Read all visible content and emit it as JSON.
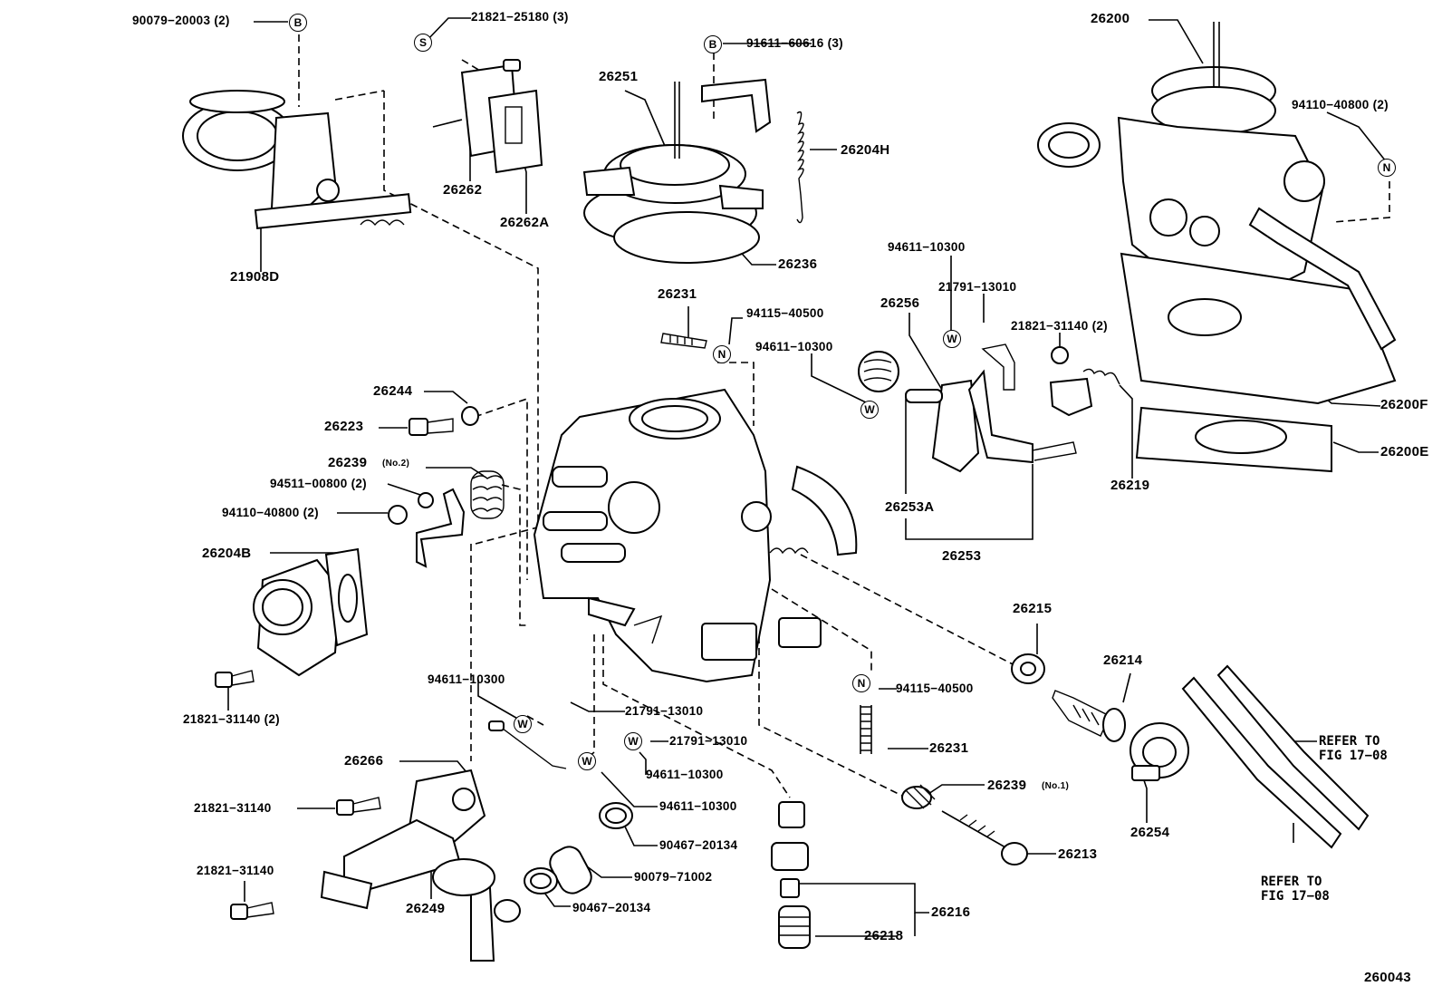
{
  "diagram_id": "260043",
  "labels": {
    "l_90079_20003": "90079−20003 (2)",
    "l_21821_25180": "21821−25180 (3)",
    "l_91611_60616": "91611−60616 (3)",
    "l_26200": "26200",
    "l_26251": "26251",
    "l_26204H": "26204H",
    "l_94110_40800_tr": "94110−40800 (2)",
    "l_26262": "26262",
    "l_26262A": "26262A",
    "l_21908D": "21908D",
    "l_26236": "26236",
    "l_94611_10300_a": "94611−10300",
    "l_21791_13010_a": "21791−13010",
    "l_26231_top": "26231",
    "l_94115_40500_top": "94115−40500",
    "l_26256": "26256",
    "l_21821_31140_2_top": "21821−31140 (2)",
    "l_94611_10300_b": "94611−10300",
    "l_26244": "26244",
    "l_26223": "26223",
    "l_26239_no2": "26239",
    "l_26239_no2_tag": "(No.2)",
    "l_94511_00800": "94511−00800 (2)",
    "l_94110_40800_left": "94110−40800 (2)",
    "l_26204B": "26204B",
    "l_26253A": "26253A",
    "l_26219": "26219",
    "l_26200F": "26200F",
    "l_26200E": "26200E",
    "l_26253": "26253",
    "l_26215": "26215",
    "l_26214": "26214",
    "l_94115_40500_mid": "94115−40500",
    "l_94611_10300_c": "94611−10300",
    "l_21791_13010_b": "21791−13010",
    "l_21821_31140_2_left": "21821−31140 (2)",
    "l_21791_13010_c": "21791−13010",
    "l_26231_mid": "26231",
    "l_94611_10300_d": "94611−10300",
    "l_26266": "26266",
    "l_26239_no1": "26239",
    "l_26239_no1_tag": "(No.1)",
    "l_94611_10300_e": "94611−10300",
    "l_21821_31140_a": "21821−31140",
    "l_90467_20134_a": "90467−20134",
    "l_26213": "26213",
    "l_26254": "26254",
    "l_90079_71002": "90079−71002",
    "l_21821_31140_b": "21821−31140",
    "l_26216": "26216",
    "l_26249": "26249",
    "l_90467_20134_b": "90467−20134",
    "l_26218": "26218"
  },
  "references": {
    "ref_1_line1": "REFER TO",
    "ref_1_line2": "FIG 17−08",
    "ref_2_line1": "REFER TO",
    "ref_2_line2": "FIG 17−08"
  },
  "symbols": {
    "B": "B",
    "S": "S",
    "N": "N",
    "W": "W"
  }
}
